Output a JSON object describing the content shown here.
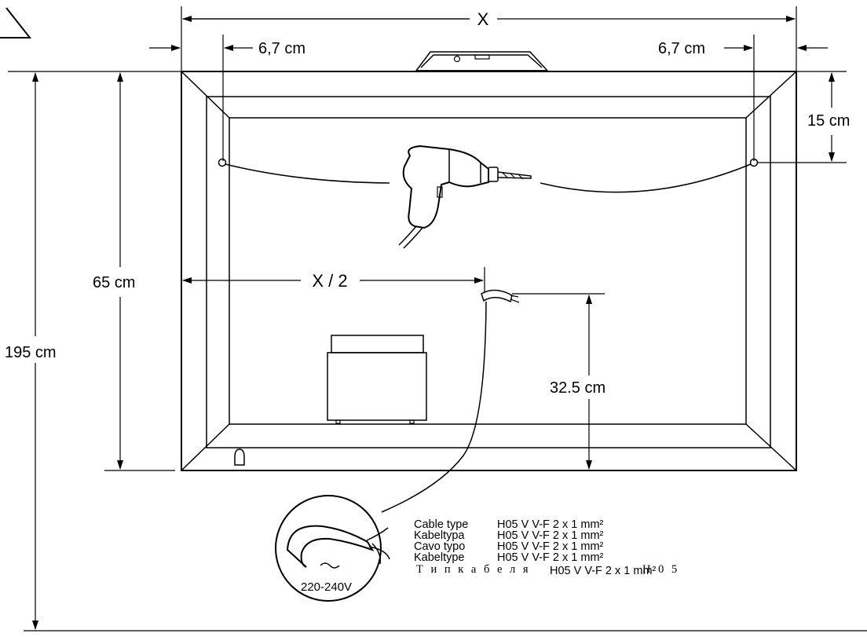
{
  "dimensions": {
    "width_label": "X",
    "half_width_label": "X / 2",
    "side_offset_left": "6,7 cm",
    "side_offset_right": "6,7 cm",
    "top_offset": "15 cm",
    "unit_height": "65 cm",
    "total_height": "195 cm",
    "socket_height": "32.5 cm"
  },
  "voltage": "220-240V",
  "cable_specs": [
    {
      "label": "Cable type",
      "value": "H05 V V-F 2 x 1 mm²"
    },
    {
      "label": "Kabeltypa",
      "value": "H05 V V-F 2 x 1 mm²"
    },
    {
      "label": "Cavo typo",
      "value": "H05 V V-F 2 x 1 mm²"
    },
    {
      "label": "Kabeltype",
      "value": "H05 V V-F 2 x 1 mm²"
    }
  ],
  "cable_spec_ru": {
    "label": "Т и п к а б е л я",
    "value": "H05 V V-F 2 x 1 mm²",
    "suffix": "Н 0 5"
  }
}
